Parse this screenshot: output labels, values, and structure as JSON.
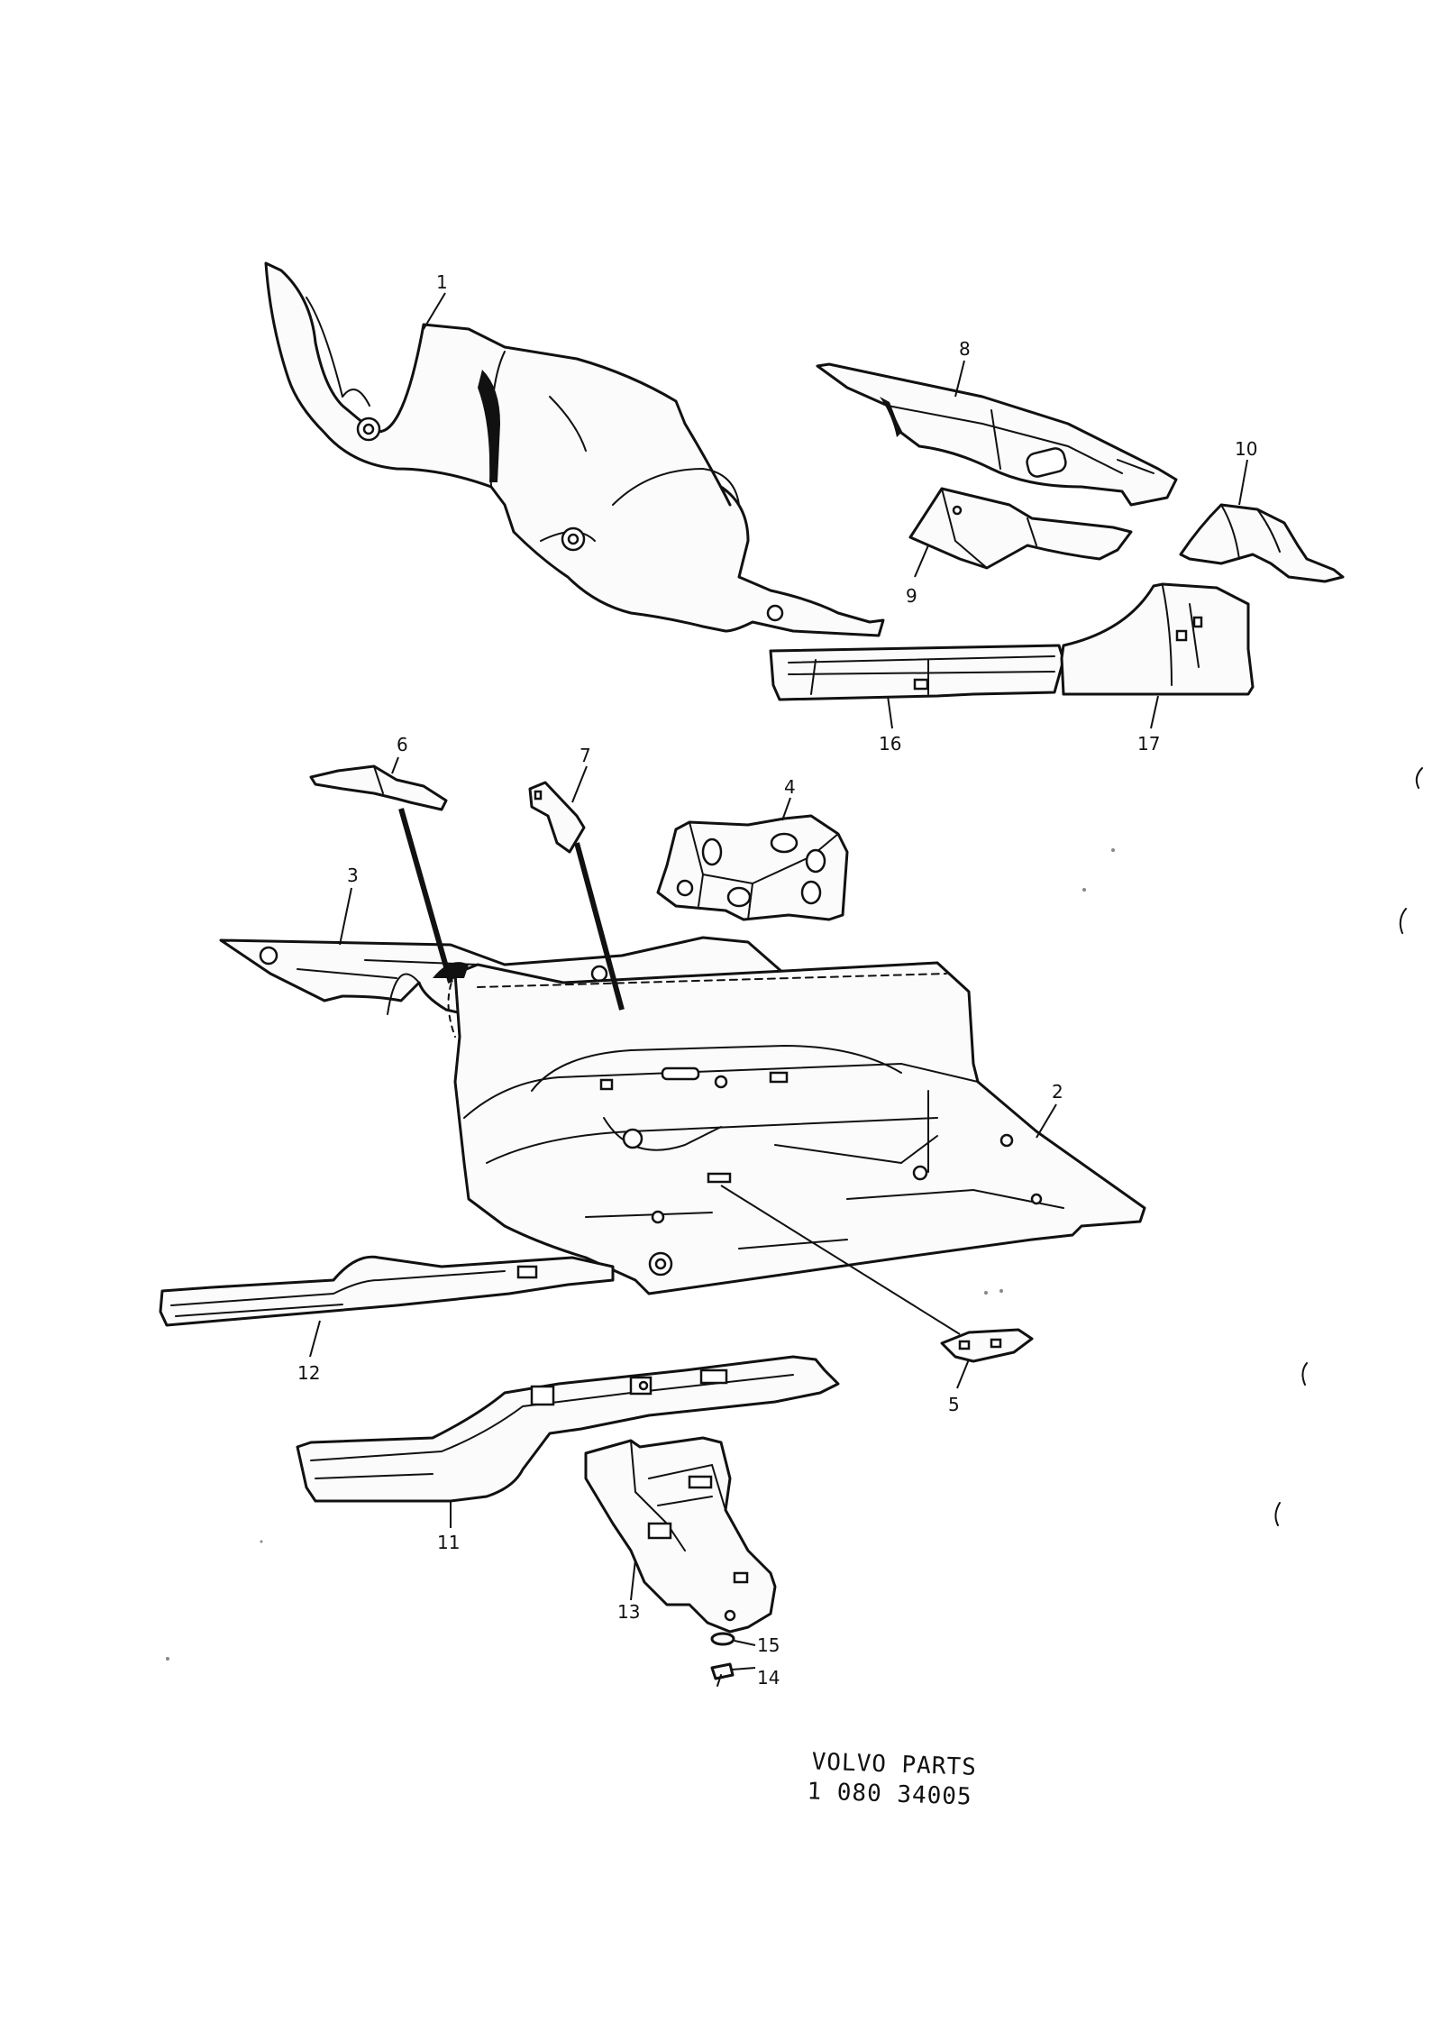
{
  "callouts": {
    "p1": "1",
    "p2": "2",
    "p3": "3",
    "p4": "4",
    "p5": "5",
    "p6": "6",
    "p7": "7",
    "p8": "8",
    "p9": "9",
    "p10": "10",
    "p11": "11",
    "p12": "12",
    "p13": "13",
    "p14": "14",
    "p15": "15",
    "p16": "16",
    "p17": "17"
  },
  "caption": {
    "line1": "VOLVO PARTS",
    "line2": "1 080 34005"
  }
}
